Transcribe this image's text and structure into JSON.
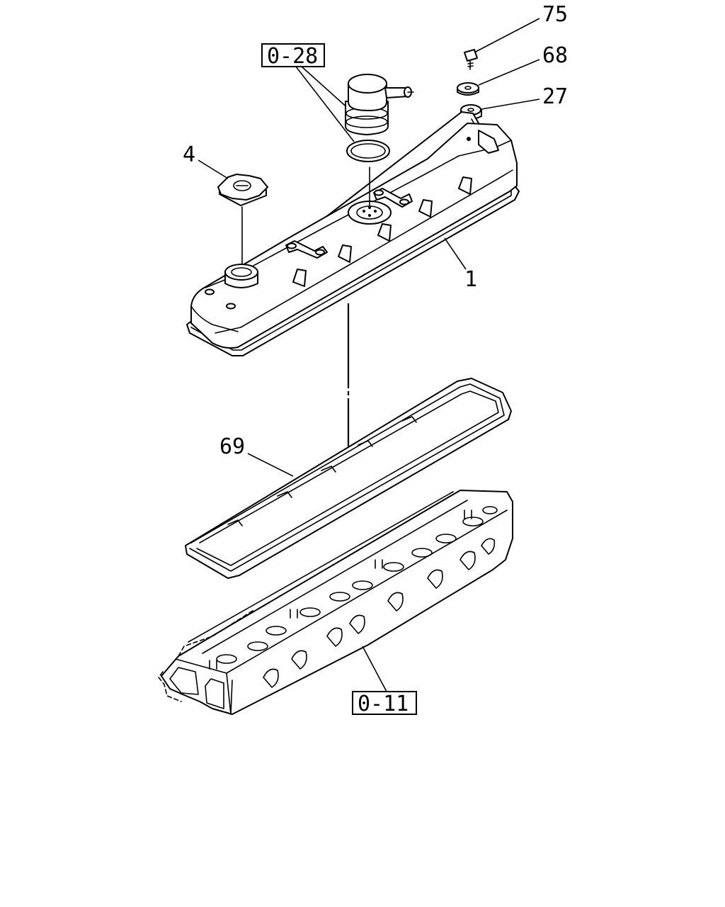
{
  "callouts": {
    "p75": "75",
    "p68": "68",
    "p27": "27",
    "p4": "4",
    "p1": "1",
    "p69": "69"
  },
  "references": {
    "ref_top": "0-28",
    "ref_bottom": "0-11"
  }
}
